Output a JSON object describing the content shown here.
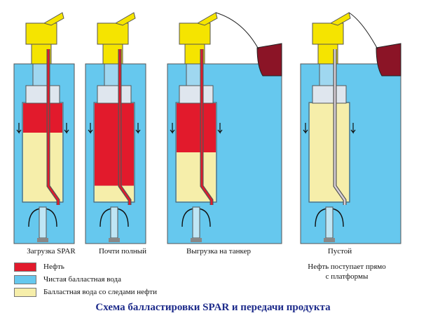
{
  "stages": [
    {
      "caption": "Загрузка SPAR",
      "fill": [
        "oil",
        "ballast_traces"
      ],
      "split": 0.3,
      "mode": "loading"
    },
    {
      "caption": "Почти полный",
      "fill": [
        "oil",
        "ballast_traces"
      ],
      "split": 0.84,
      "mode": "full"
    },
    {
      "caption": "Выгрузка на танкер",
      "fill": [
        "oil",
        "ballast_traces"
      ],
      "split": 0.5,
      "mode": "unloading"
    },
    {
      "caption": "Пустой",
      "fill": [
        "ballast_traces"
      ],
      "split": 0,
      "mode": "empty"
    }
  ],
  "legend": [
    {
      "label": "Нефть",
      "color": "#e21a2c"
    },
    {
      "label": "Чистая балластная вода",
      "color": "#66c8ee"
    },
    {
      "label": "Балластная вода со следами нефти",
      "color": "#f6eeaa"
    }
  ],
  "note": [
    "Нефть поступает прямо",
    "с платформы"
  ],
  "title": "Схема балластировки SPAR и передачи продукта",
  "colors": {
    "oil": "#e21a2c",
    "water": "#66c8ee",
    "ballast_traces": "#f6eeaa",
    "topside": "#f5e400",
    "tanker": "#8b1426",
    "pipe_fill": "#d9d0d8",
    "outline": "#555555"
  }
}
